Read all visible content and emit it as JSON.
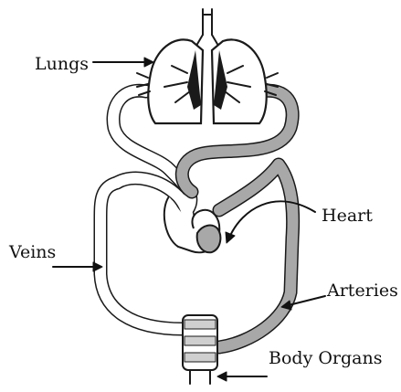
{
  "labels": {
    "lungs": "Lungs",
    "heart": "Heart",
    "veins": "Veins",
    "arteries": "Arteries",
    "body_organs": "Body Organs"
  },
  "colors": {
    "oxygenated_vessel": "#a8a8a8",
    "deoxygenated_vessel": "#ffffff",
    "outline": "#1a1a1a"
  }
}
